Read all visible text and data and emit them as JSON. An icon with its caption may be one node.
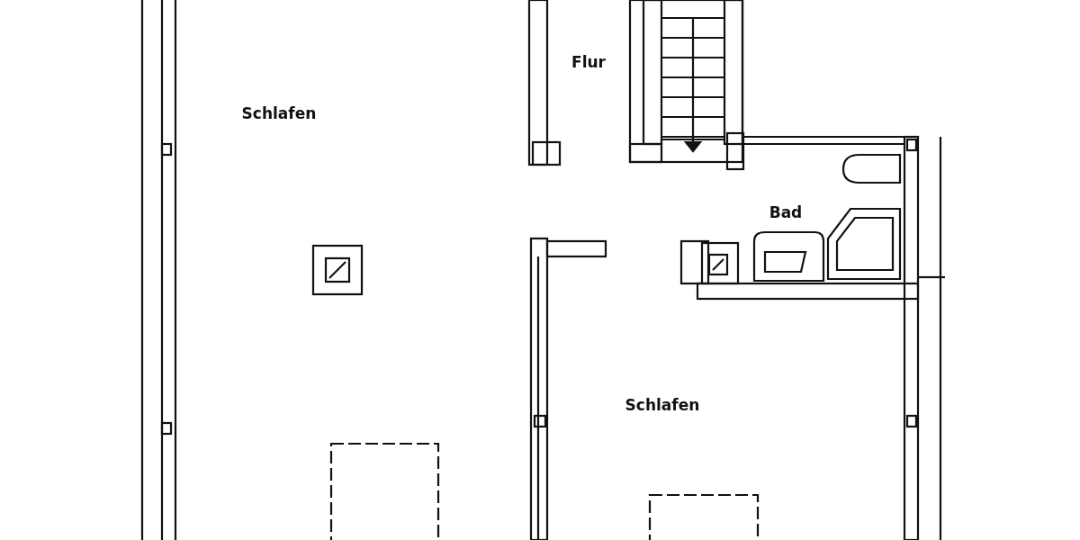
{
  "diagram": {
    "labels": [
      "Flur",
      "Schlafen",
      "Bad",
      "Schlafen"
    ]
  }
}
